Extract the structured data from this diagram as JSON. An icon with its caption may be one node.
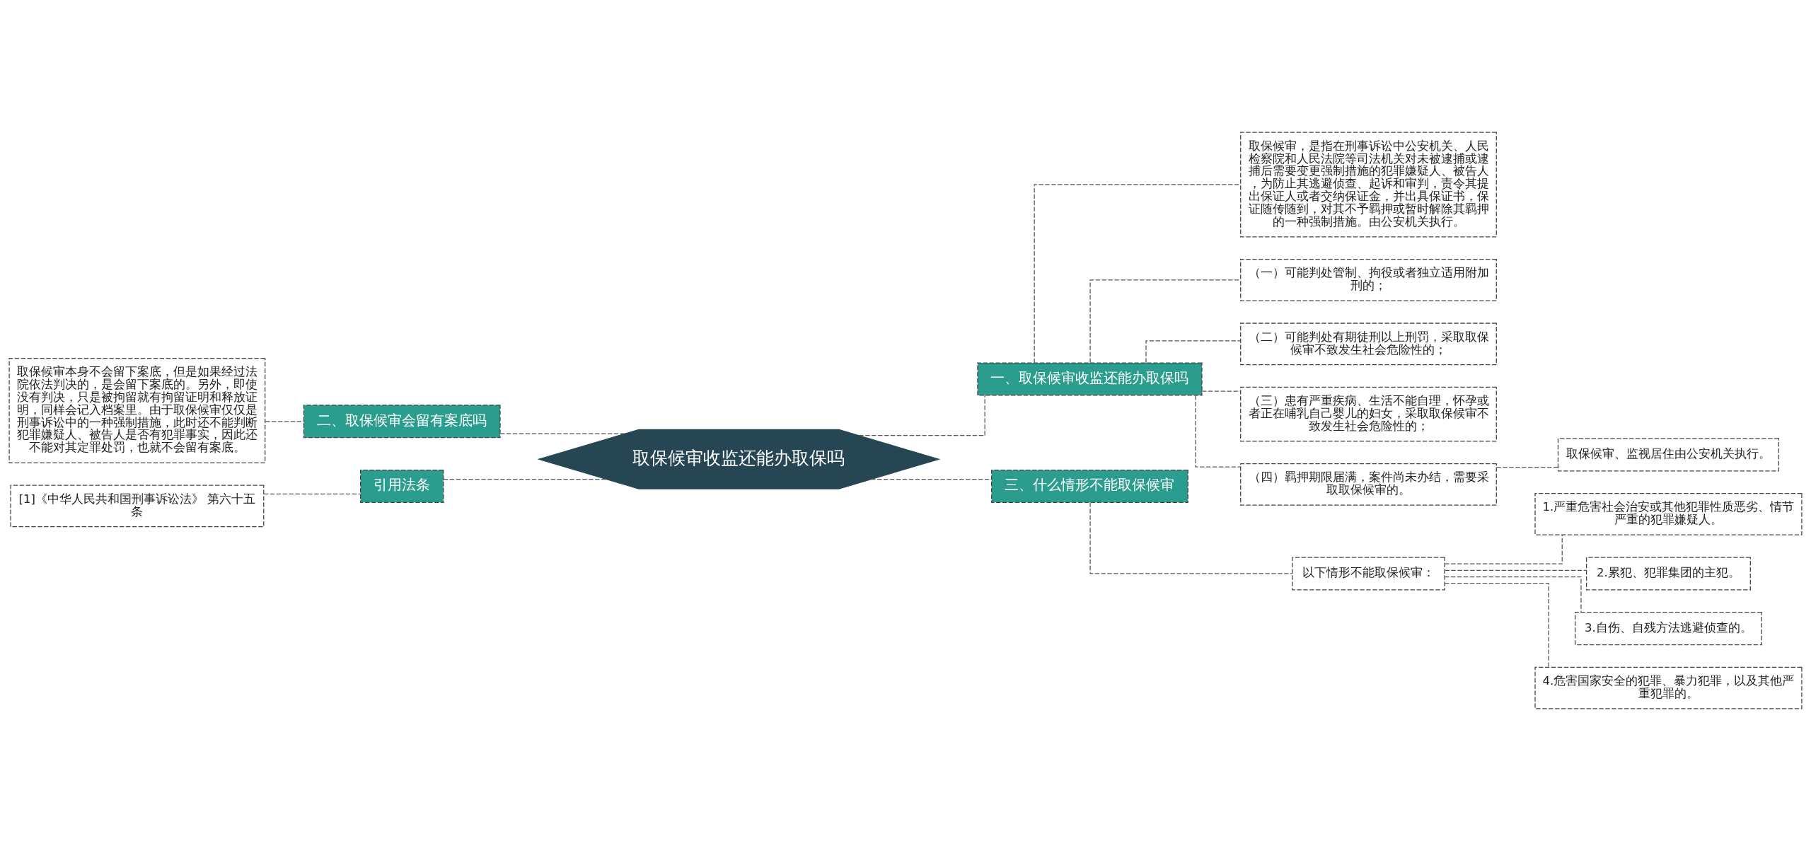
{
  "diagram": {
    "nodes": [
      {
        "text": [
          "取保候审收监还能办取保吗"
        ]
      },
      {
        "text": [
          "一、取保候审收监还能办取保吗"
        ]
      },
      {
        "text": [
          "取保候审，是指在刑事诉讼中公安机关、人民检察院和人民法院等司法机关对未被逮捕或逮捕后需要变更强制措施的犯罪嫌疑人、被告人，为防止其逃避侦查、起诉和审判，责令其提出保证人或者交纳保证金，并出具保证书，保证随传随到，对其不予羁押或暂时解除其羁押的一种强制措施。由公安机关执行。"
        ]
      },
      {
        "text": [
          "（一）可能判处管制、拘役或者独立适用附加刑的；"
        ]
      },
      {
        "text": [
          "（二）可能判处有期徒刑以上刑罚，采取取保候审不致发生社会危险性的；"
        ]
      },
      {
        "text": [
          "（三）患有严重疾病、生活不能自理，怀孕或者正在哺乳自己婴儿的妇女，采取取保候审不致发生社会危险性的；"
        ]
      },
      {
        "text": [
          "（四）羁押期限届满，案件尚未办结，需要采取取保候审的。"
        ]
      },
      {
        "text": [
          "取保候审、监视居住由公安机关执行。"
        ]
      },
      {
        "text": [
          "三、什么情形不能取保候审"
        ]
      },
      {
        "text": [
          "以下情形不能取保候审："
        ]
      },
      {
        "text": [
          "1.严重危害社会治安或其他犯罪性质恶劣、情节严重的犯罪嫌疑人。"
        ]
      },
      {
        "text": [
          "2.累犯、犯罪集团的主犯。"
        ]
      },
      {
        "text": [
          "3.自伤、自残方法逃避侦查的。"
        ]
      },
      {
        "text": [
          "4.危害国家安全的犯罪、暴力犯罪，以及其他严重犯罪的。"
        ]
      },
      {
        "text": [
          "二、取保候审会留有案底吗"
        ]
      },
      {
        "text": [
          "取保候审本身不会留下案底，但是如果经过法院依法判决的，是会留下案底的。另外，即使没有判决，只是被拘留就有拘留证明和释放证明，同样会记入档案里。由于取保候审仅仅是刑事诉讼中的一种强制措施，此时还不能判断犯罪嫌疑人、被告人是否有犯罪事实，因此还不能对其定罪处罚，也就不会留有案底。"
        ]
      },
      {
        "text": [
          "引用法条"
        ]
      },
      {
        "text": [
          "[1]《中华人民共和国刑事诉讼法》 第六十五条"
        ]
      }
    ],
    "edges": [
      {
        "from": 0,
        "to": 1,
        "arrow": "none",
        "style": "dashed"
      },
      {
        "from": 1,
        "to": 2,
        "arrow": "none",
        "style": "dashed"
      },
      {
        "from": 1,
        "to": 3,
        "arrow": "none",
        "style": "dashed"
      },
      {
        "from": 1,
        "to": 4,
        "arrow": "none",
        "style": "dashed"
      },
      {
        "from": 1,
        "to": 5,
        "arrow": "none",
        "style": "dashed"
      },
      {
        "from": 1,
        "to": 6,
        "arrow": "none",
        "style": "dashed"
      },
      {
        "from": 6,
        "to": 7,
        "arrow": "none",
        "style": "dashed"
      },
      {
        "from": 0,
        "to": 8,
        "arrow": "none",
        "style": "dashed"
      },
      {
        "from": 8,
        "to": 9,
        "arrow": "none",
        "style": "dashed"
      },
      {
        "from": 9,
        "to": 10,
        "arrow": "none",
        "style": "dashed"
      },
      {
        "from": 9,
        "to": 11,
        "arrow": "none",
        "style": "dashed"
      },
      {
        "from": 9,
        "to": 12,
        "arrow": "none",
        "style": "dashed"
      },
      {
        "from": 9,
        "to": 13,
        "arrow": "none",
        "style": "dashed"
      },
      {
        "from": 0,
        "to": 14,
        "arrow": "none",
        "style": "dashed"
      },
      {
        "from": 14,
        "to": 15,
        "arrow": "none",
        "style": "dashed"
      },
      {
        "from": 0,
        "to": 16,
        "arrow": "none",
        "style": "dashed"
      },
      {
        "from": 16,
        "to": 17,
        "arrow": "none",
        "style": "dashed"
      }
    ]
  }
}
